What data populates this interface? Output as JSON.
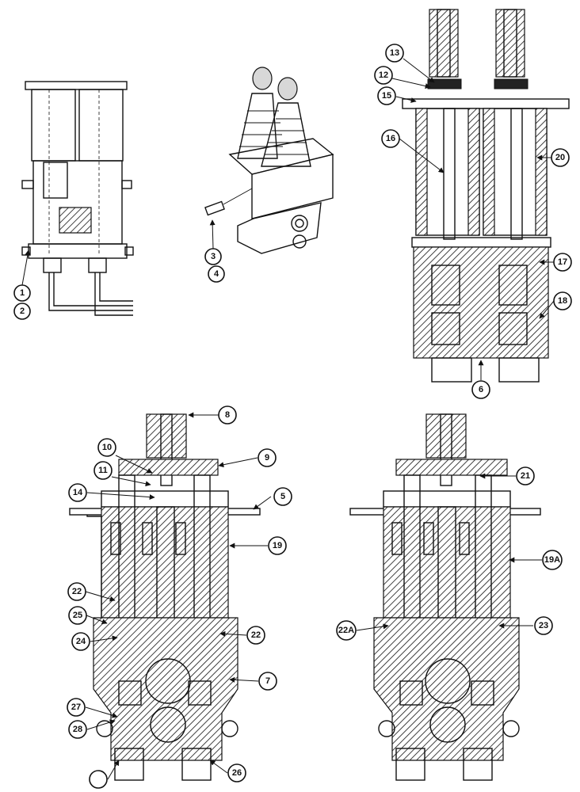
{
  "callouts": [
    "1",
    "2",
    "3",
    "4",
    "5",
    "6",
    "7",
    "8",
    "9",
    "10",
    "11",
    "12",
    "13",
    "14",
    "15",
    "16",
    "17",
    "18",
    "19",
    "19A",
    "20",
    "21",
    "22",
    "22",
    "22A",
    "23",
    "24",
    "25",
    "26",
    "27",
    "28"
  ]
}
